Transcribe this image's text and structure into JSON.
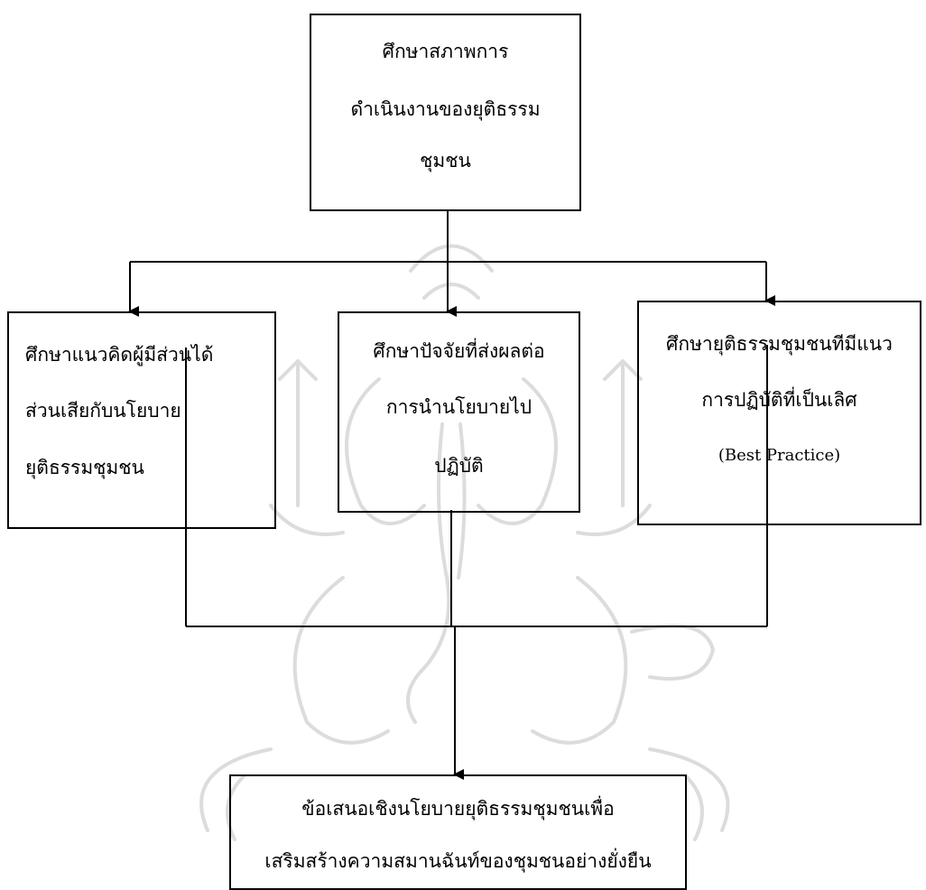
{
  "diagram": {
    "top_box": {
      "lines": [
        "ศึกษาสภาพการ",
        "ดำเนินงานของยุติธรรม",
        "ชุมชน"
      ]
    },
    "left_box": {
      "lines": [
        "ศึกษาแนวคิดผู้มีส่วนได้",
        "ส่วนเสียกับนโยบาย",
        "ยุติธรรมชุมชน"
      ]
    },
    "middle_box": {
      "lines": [
        "ศึกษาปัจจัยที่ส่งผลต่อ",
        "การนำนโยบายไป",
        "ปฏิบัติ"
      ]
    },
    "right_box": {
      "lines": [
        "ศึกษายุติธรรมชุมชนทีมีแนว",
        "การปฏิบัติที่เป็นเลิศ",
        "(Best Practice)"
      ]
    },
    "bottom_box": {
      "lines": [
        "ข้อเสนอเชิงนโยบายยุติธรรมชุมชนเพื่อ",
        "เสริมสร้างความสมานฉันท์ของชุมชนอย่างยั่งยืน"
      ]
    }
  },
  "watermark": {
    "icon": "ganesha-seal-watermark-icon",
    "color": "#d9d9d9"
  }
}
